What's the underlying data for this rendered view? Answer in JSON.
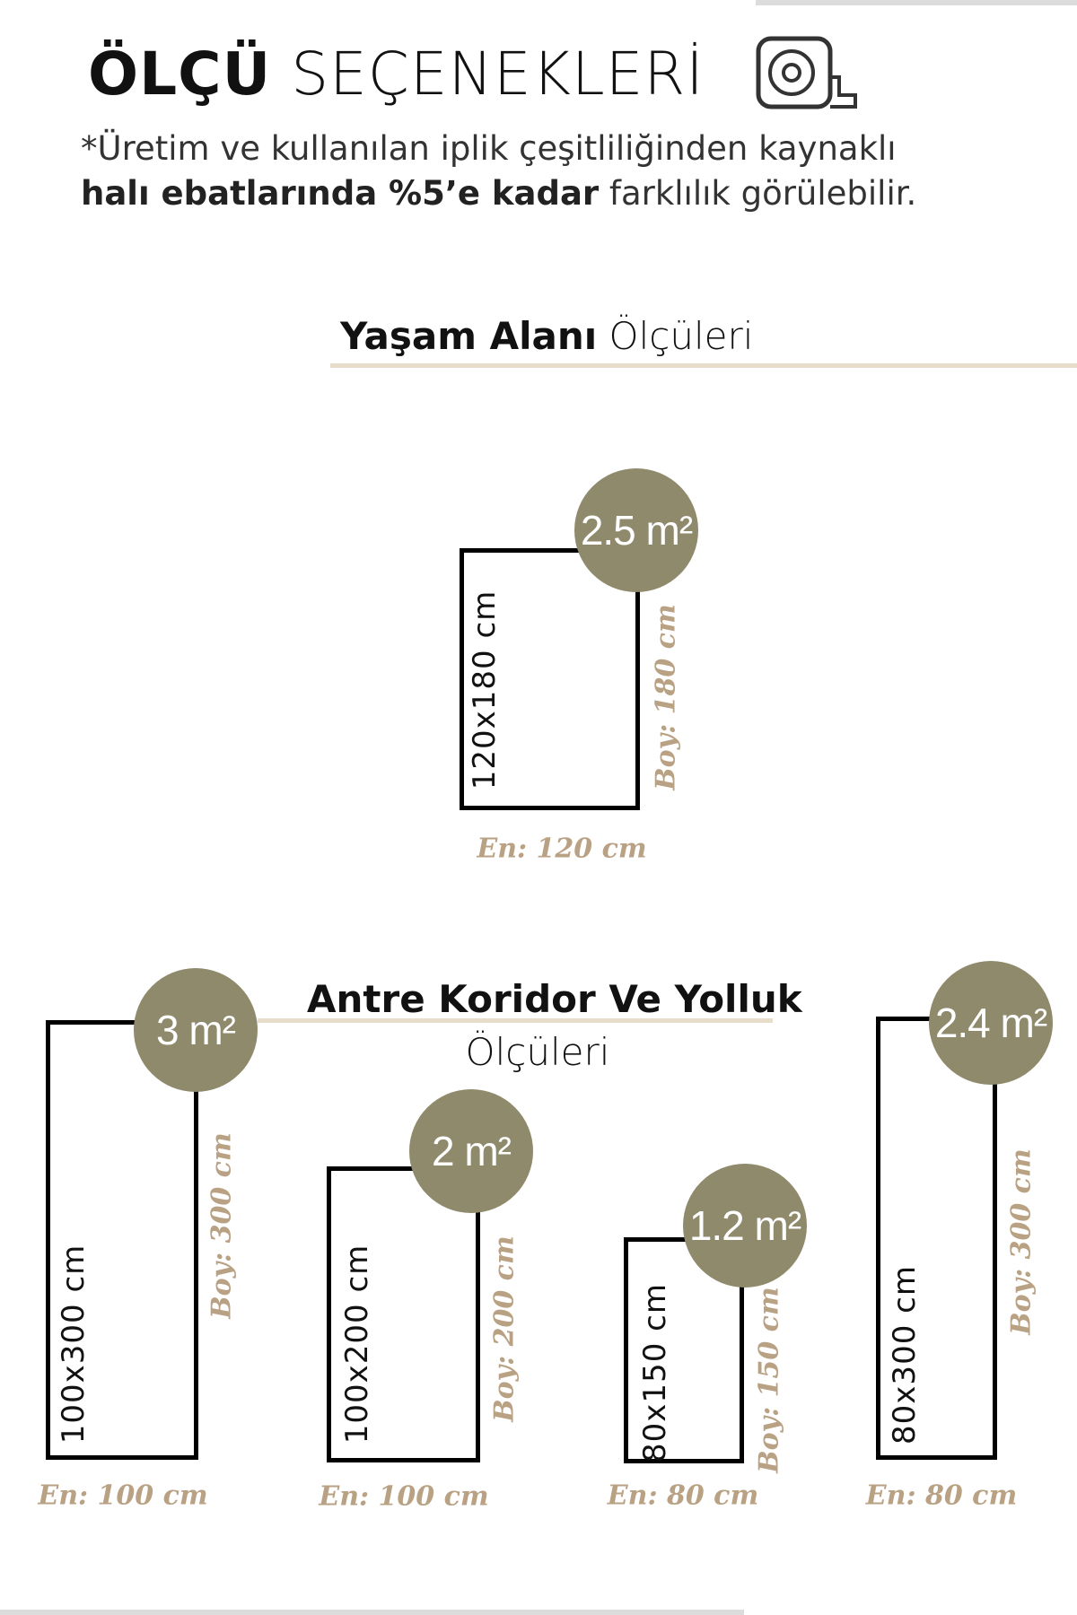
{
  "header": {
    "title_bold": "ÖLÇÜ",
    "title_light": "SEÇENEKLERİ",
    "icon": "tape-measure-icon",
    "note_line1": "*Üretim ve kullanılan iplik çeşitliliğinden kaynaklı",
    "note_line2_bold": "halı ebatlarında %5’e kadar",
    "note_line2_rest": " farklılık görülebilir."
  },
  "colors": {
    "badge": "#8f8a6c",
    "dimension": "#b9a184",
    "underline": "#e8dccb"
  },
  "living": {
    "title_bold": "Yaşam Alanı",
    "title_light": " Ölçüleri",
    "rugs": [
      {
        "area": "2.5 m²",
        "size": "120x180 cm",
        "boy": "Boy: 180 cm",
        "en": "En: 120 cm"
      }
    ]
  },
  "corridor": {
    "title_line1": "Antre Koridor Ve Yolluk",
    "title_line2": "Ölçüleri",
    "rugs": [
      {
        "area": "3 m²",
        "size": "100x300 cm",
        "boy": "Boy: 300 cm",
        "en": "En: 100 cm"
      },
      {
        "area": "2 m²",
        "size": "100x200 cm",
        "boy": "Boy: 200 cm",
        "en": "En: 100 cm"
      },
      {
        "area": "1.2 m²",
        "size": "80x150 cm",
        "boy": "Boy: 150 cm",
        "en": "En: 80 cm"
      },
      {
        "area": "2.4 m²",
        "size": "80x300 cm",
        "boy": "Boy: 300 cm",
        "en": "En: 80 cm"
      }
    ]
  }
}
